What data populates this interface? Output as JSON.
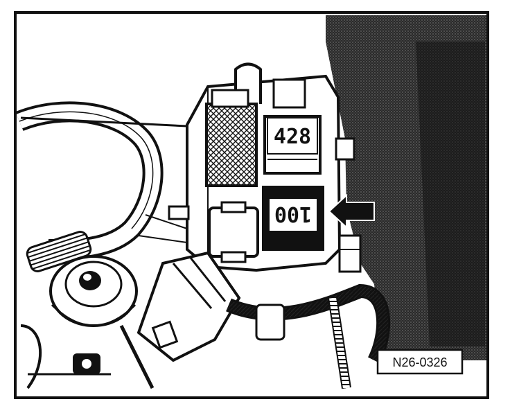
{
  "diagram": {
    "relays": {
      "upper": {
        "label": "428"
      },
      "lower": {
        "label": "100"
      }
    },
    "reference_code": "N26-0326"
  },
  "colors": {
    "ink": "#111111",
    "paper": "#ffffff",
    "dark_shading": "#1a1a1a"
  }
}
